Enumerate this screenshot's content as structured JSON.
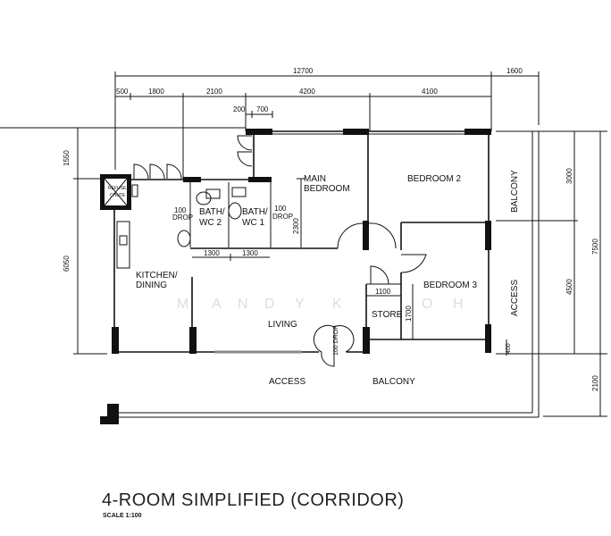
{
  "title": "4-ROOM SIMPLIFIED (CORRIDOR)",
  "scale": "SCALE  1:100",
  "watermark": [
    "M",
    "A",
    "N",
    "D",
    "Y",
    "K",
    "O",
    "H"
  ],
  "rooms": {
    "refuse_chute_1": "REFUSE",
    "refuse_chute_2": "CHUTE",
    "kitchen_1": "KITCHEN/",
    "kitchen_2": "DINING",
    "bath2_1": "BATH/",
    "bath2_2": "WC 2",
    "bath1_1": "BATH/",
    "bath1_2": "WC 1",
    "main_bedroom_1": "MAIN",
    "main_bedroom_2": "BEDROOM",
    "bedroom2": "BEDROOM 2",
    "bedroom3": "BEDROOM 3",
    "store": "STORE",
    "living": "LIVING",
    "access_bottom": "ACCESS",
    "balcony_bottom": "BALCONY",
    "balcony_right": "BALCONY",
    "access_right": "ACCESS"
  },
  "drops": {
    "bath2_val": "100",
    "bath2_label": "DROP",
    "bath1_val": "100",
    "bath1_label": "DROP",
    "entry": "100 DROP"
  },
  "dimensions": {
    "total_width": "12700",
    "balcony_width": "1600",
    "d500": "500",
    "d1800": "1800",
    "d2100": "2100",
    "d4200": "4200",
    "d4100": "4100",
    "d200": "200",
    "d700": "700",
    "d1550": "1550",
    "d6050": "6050",
    "d2300": "2300",
    "d1300a": "1300",
    "d1300b": "1300",
    "d1100": "1100",
    "d1700": "1700",
    "d400": "400",
    "d3000": "3000",
    "d4500": "4500",
    "d7500": "7500",
    "d2100v": "2100"
  }
}
